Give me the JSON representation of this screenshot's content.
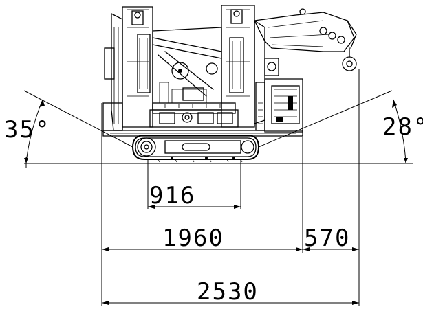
{
  "angles": {
    "left": "35°",
    "right": "28°"
  },
  "dimensions": {
    "track_width": "916",
    "body_length": "1960",
    "overhang": "570",
    "overall_length": "2530"
  }
}
